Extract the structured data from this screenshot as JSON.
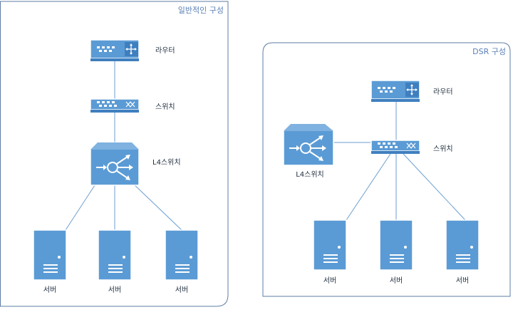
{
  "panels": {
    "left": {
      "title": "일반적인 구성",
      "router_label": "라우터",
      "switch_label": "스위치",
      "l4_label": "L4스위치",
      "server_labels": [
        "서버",
        "서버",
        "서버"
      ]
    },
    "right": {
      "title": "DSR 구성",
      "router_label": "라우터",
      "switch_label": "스위치",
      "l4_label": "L4스위치",
      "server_labels": [
        "서버",
        "서버",
        "서버"
      ]
    }
  },
  "colors": {
    "device_fill": "#5b9bd5",
    "device_dark": "#3f7fbf",
    "device_stroke": "#ffffff",
    "panel_border": "#5e7da5",
    "link": "#6c9ed1"
  },
  "icons": {
    "router": "router-icon",
    "switch": "switch-icon",
    "l4": "l4-switch-icon",
    "server": "server-icon"
  }
}
